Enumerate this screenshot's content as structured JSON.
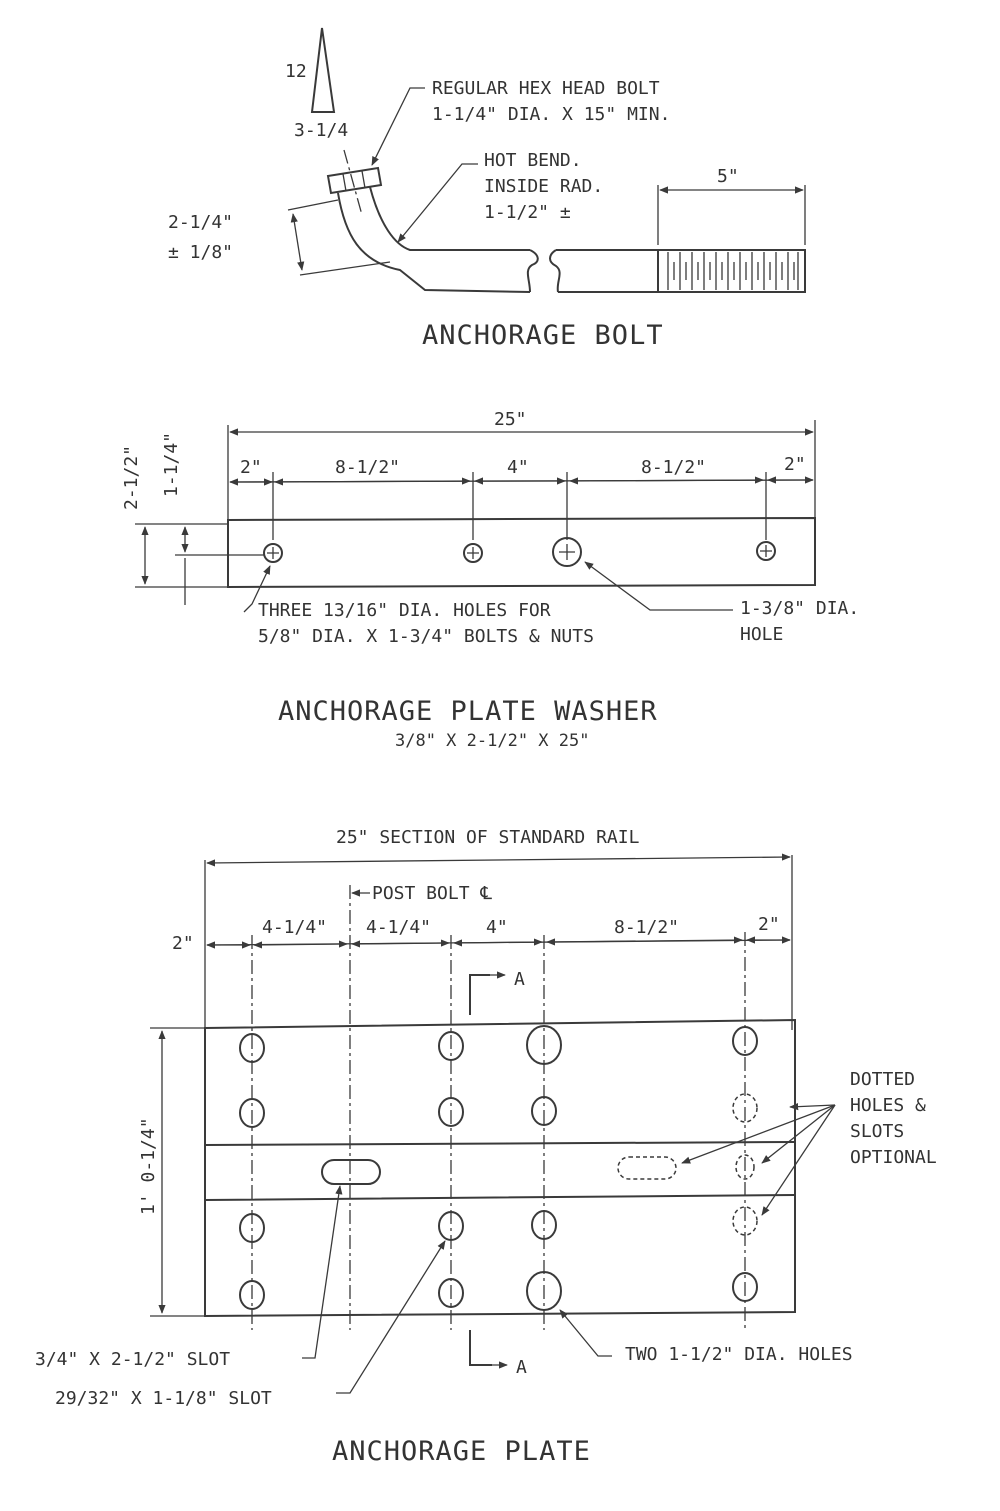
{
  "bolt": {
    "slope_rise": "12",
    "slope_run": "3-1/4",
    "hex_label_1": "REGULAR HEX HEAD BOLT",
    "hex_label_2": "1-1/4\" DIA. X 15\" MIN.",
    "bend_label_1": "HOT BEND.",
    "bend_label_2": "INSIDE RAD.",
    "bend_label_3": "1-1/2\" ±",
    "offset_dim_1": "2-1/4\"",
    "offset_dim_2": "± 1/8\"",
    "thread_dim": "5\"",
    "title": "ANCHORAGE BOLT"
  },
  "washer": {
    "overall_dim": "25\"",
    "height_dim": "2-1/2\"",
    "hole_offset_dim": "1-1/4\"",
    "spacing_dims": [
      "2\"",
      "8-1/2\"",
      "4\"",
      "8-1/2\"",
      "2\""
    ],
    "holes_note_1": "THREE 13/16\" DIA. HOLES FOR",
    "holes_note_2": "5/8\" DIA. X 1-3/4\" BOLTS & NUTS",
    "large_hole_note_1": "1-3/8\" DIA.",
    "large_hole_note_2": "HOLE",
    "title": "ANCHORAGE PLATE WASHER",
    "subtitle": "3/8\" X 2-1/2\" X 25\""
  },
  "plate": {
    "section_label": "25\" SECTION OF STANDARD RAIL",
    "post_bolt_label": "POST BOLT ℄",
    "spacing_dims": [
      "2\"",
      "4-1/4\"",
      "4-1/4\"",
      "4\"",
      "8-1/2\"",
      "2\""
    ],
    "section_marker": "A",
    "height_dim": "1' 0-1/4\"",
    "optional_note_1": "DOTTED",
    "optional_note_2": "HOLES &",
    "optional_note_3": "SLOTS",
    "optional_note_4": "OPTIONAL",
    "slot_large_note": "3/4\" X 2-1/2\" SLOT",
    "slot_small_note": "29/32\" X 1-1/8\" SLOT",
    "holes_note": "TWO 1-1/2\" DIA. HOLES",
    "title": "ANCHORAGE PLATE"
  }
}
